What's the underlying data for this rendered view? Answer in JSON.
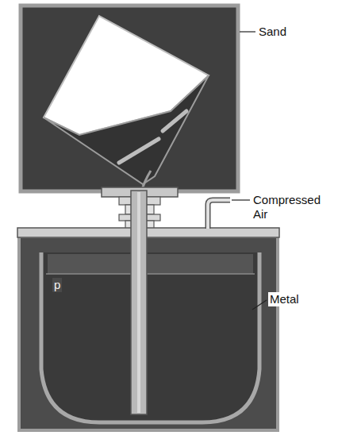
{
  "diagram": {
    "labels": [
      "Sand",
      "Compressed Air",
      "Metal",
      "p"
    ]
  }
}
